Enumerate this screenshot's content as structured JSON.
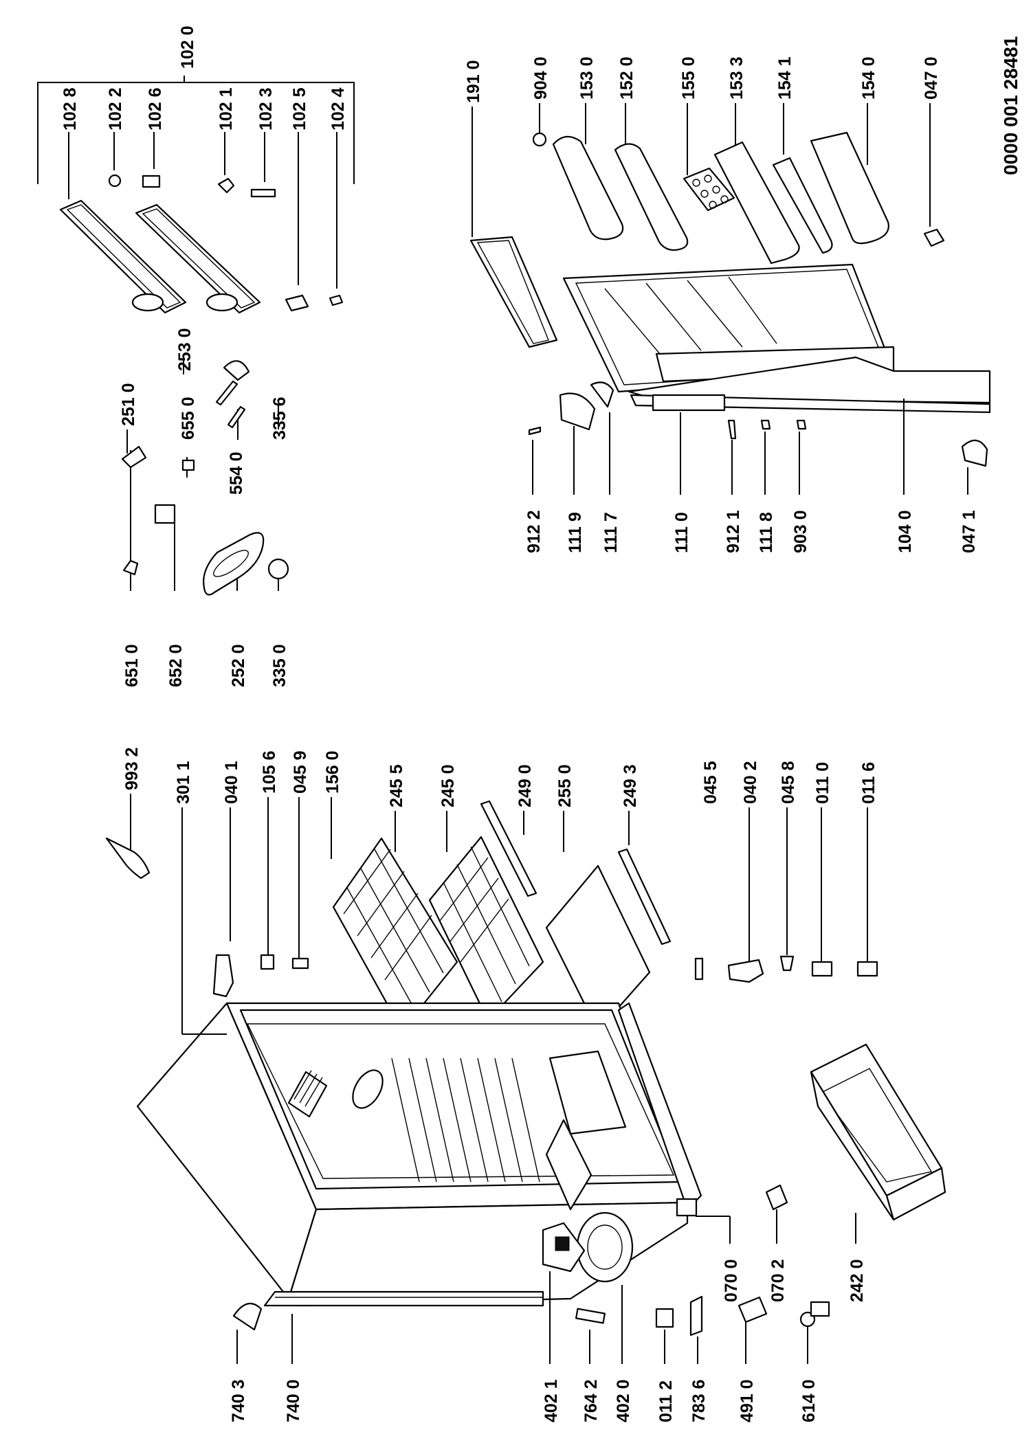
{
  "document_number": "0000 001 28481",
  "labels": {
    "p1020": "102 0",
    "p1028": "102 8",
    "p1022": "102 2",
    "p1026": "102 6",
    "p1021": "102 1",
    "p1023": "102 3",
    "p1025": "102 5",
    "p1024": "102 4",
    "p1910": "191 0",
    "p9040": "904 0",
    "p1530": "153 0",
    "p1520": "152 0",
    "p1550": "155 0",
    "p1533": "153 3",
    "p1541": "154 1",
    "p1540": "154 0",
    "p0470": "047 0",
    "p2510": "251 0",
    "p6550": "655 0",
    "p2530": "253 0",
    "p3356": "335 6",
    "p5540": "554 0",
    "p6510": "651 0",
    "p6520": "652 0",
    "p2520": "252 0",
    "p3350": "335 0",
    "p9122": "912 2",
    "p1119": "111 9",
    "p1117": "111 7",
    "p1110": "111 0",
    "p9121": "912 1",
    "p1118": "111 8",
    "p9030": "903 0",
    "p1040": "104 0",
    "p0471": "047 1",
    "p9932": "993 2",
    "p3011": "301 1",
    "p0401": "040 1",
    "p1056": "105 6",
    "p0459": "045 9",
    "p1560": "156 0",
    "p2455": "245 5",
    "p2450": "245 0",
    "p2490": "249 0",
    "p2550": "255 0",
    "p2493": "249 3",
    "p0455": "045 5",
    "p0402": "040 2",
    "p0458": "045 8",
    "p0110": "011 0",
    "p0116": "011 6",
    "p7403": "740 3",
    "p7400": "740 0",
    "p4021": "402 1",
    "p7642": "764 2",
    "p4020": "402 0",
    "p0112": "011 2",
    "p7836": "783 6",
    "p4910": "491 0",
    "p6140": "614 0",
    "p0700": "070 0",
    "p0702": "070 2",
    "p2420": "242 0"
  }
}
